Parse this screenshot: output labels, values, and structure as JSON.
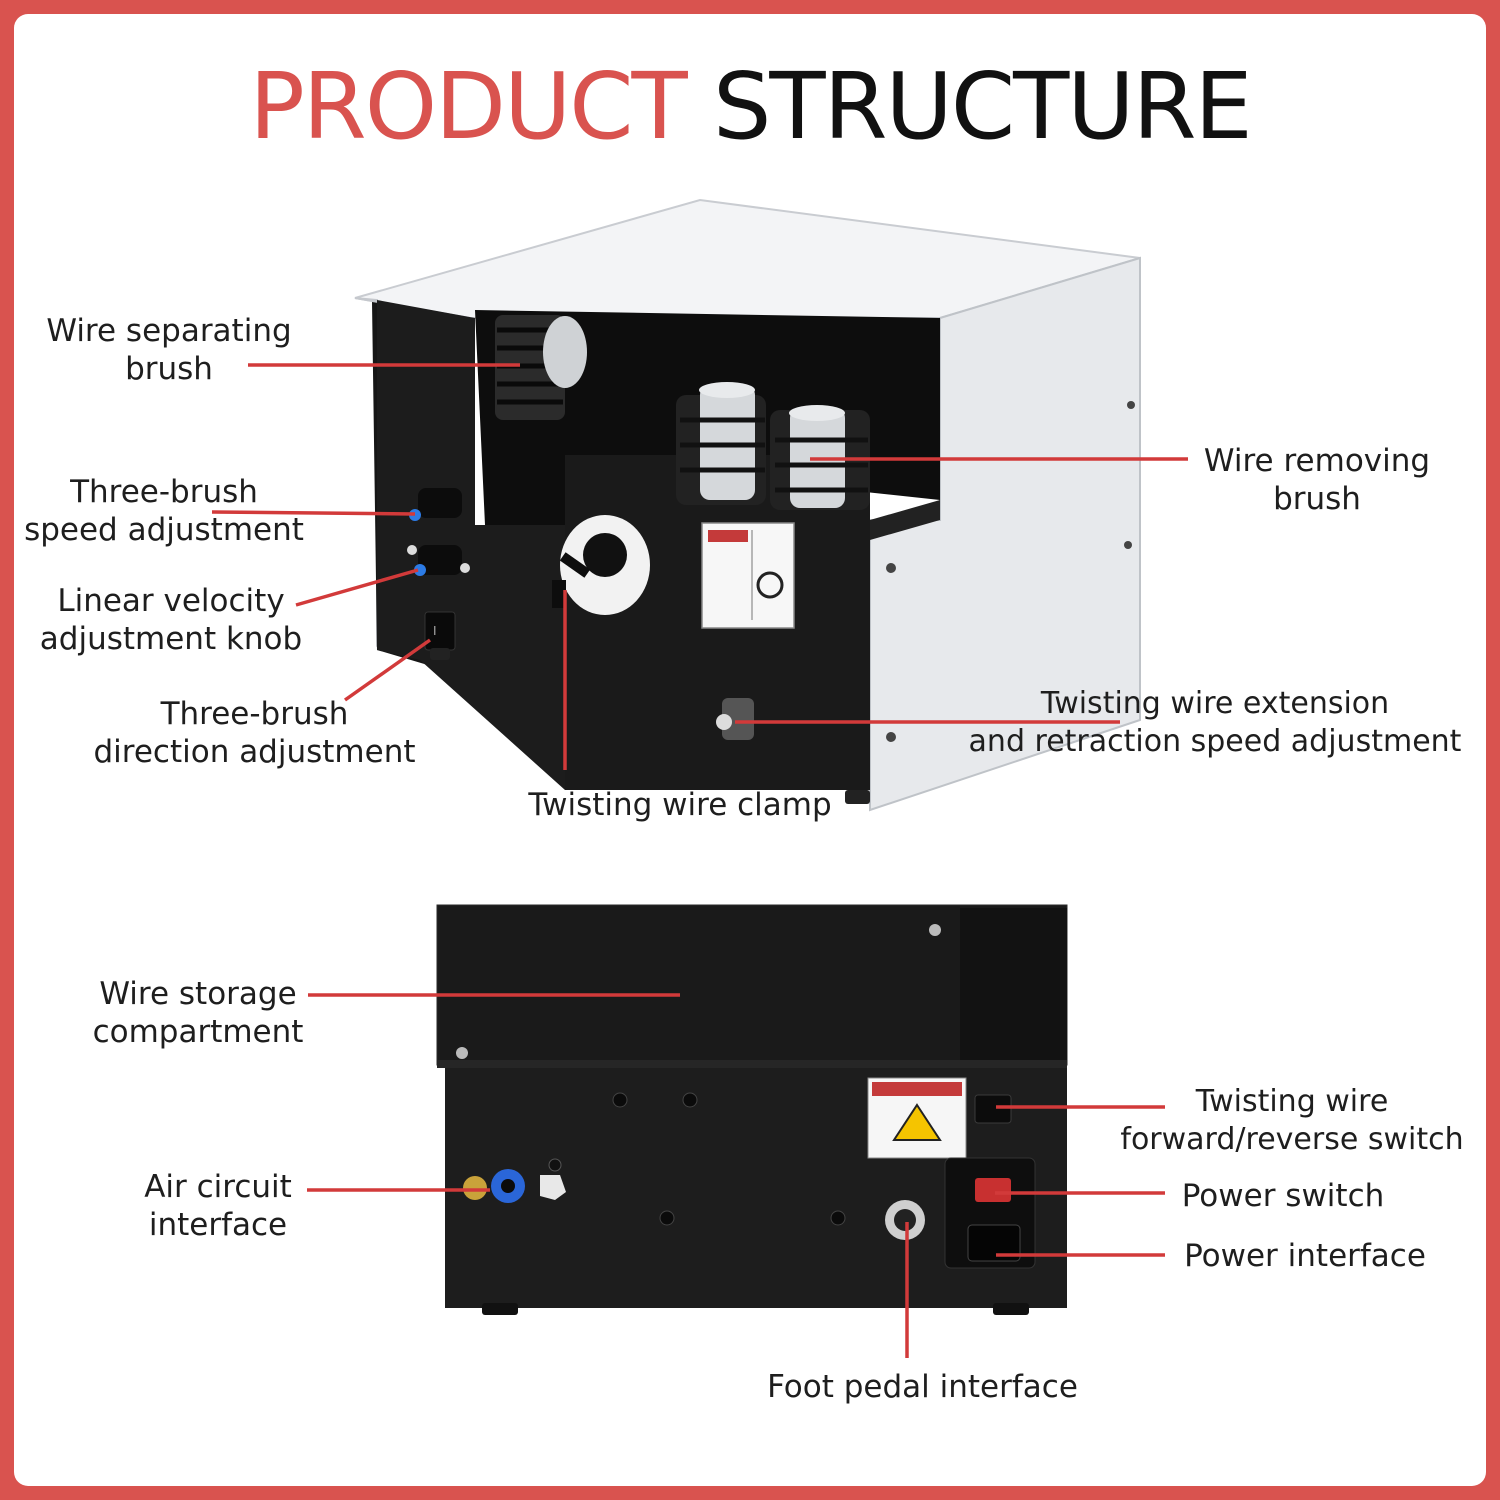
{
  "title": {
    "part1": "PRODUCT",
    "part2": "STRUCTURE"
  },
  "colors": {
    "accent": "#d9534f",
    "leader_line": "#d23a3a",
    "machine_black": "#141414",
    "machine_white": "#eef0f2"
  },
  "top_labels": {
    "wire_separating_brush": [
      "Wire separating",
      "brush"
    ],
    "three_brush_speed": [
      "Three-brush",
      "speed adjustment"
    ],
    "linear_velocity": [
      "Linear velocity",
      "adjustment knob"
    ],
    "three_brush_direction": [
      "Three-brush",
      "direction adjustment"
    ],
    "twisting_wire_clamp": "Twisting wire clamp",
    "wire_removing_brush": [
      "Wire removing",
      "brush"
    ],
    "twisting_extension": [
      "Twisting wire extension",
      "and retraction speed adjustment"
    ]
  },
  "bottom_labels": {
    "wire_storage": [
      "Wire storage",
      "compartment"
    ],
    "air_circuit": [
      "Air circuit",
      "interface"
    ],
    "foot_pedal": "Foot pedal interface",
    "forward_reverse": [
      "Twisting wire",
      "forward/reverse switch"
    ],
    "power_switch": "Power switch",
    "power_interface": "Power interface"
  }
}
